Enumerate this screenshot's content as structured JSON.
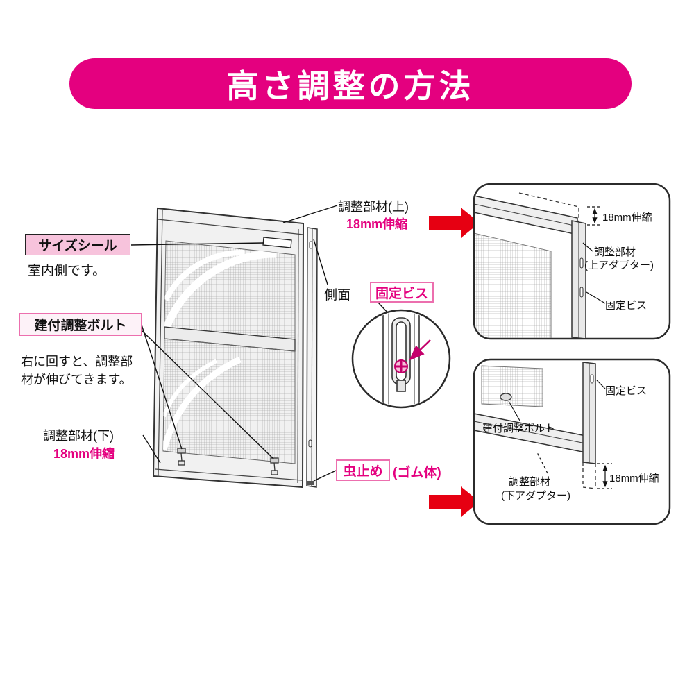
{
  "title": "高さ調整の方法",
  "colors": {
    "banner_magenta": "#E4007F",
    "arrow_red": "#E60012",
    "label_border_pink": "#EC6FAE",
    "label_fill_pink": "#F7C3DC",
    "accent_text_magenta": "#E4007F"
  },
  "main_labels": {
    "size_seal": "サイズシール",
    "size_seal_note": "室内側です。",
    "fit_bolt": "建付調整ボルト",
    "fit_bolt_note_line1": "右に回すと、調整部",
    "fit_bolt_note_line2": "材が伸びてきます。",
    "lower_member": "調整部材(下)",
    "lower_member_range": "18mm伸縮",
    "upper_member": "調整部材(上)",
    "upper_member_range": "18mm伸縮",
    "side_face": "側面",
    "fixing_screw": "固定ビス",
    "bug_stopper": "虫止め",
    "bug_stopper_note": "(ゴム体)"
  },
  "upper_panel": {
    "range": "18mm伸縮",
    "member_line1": "調整部材",
    "member_line2": "(上アダプター)",
    "fixing_screw": "固定ビス"
  },
  "lower_panel": {
    "fixing_screw": "固定ビス",
    "fit_bolt": "建付調整ボルト",
    "member_line1": "調整部材",
    "member_line2": "(下アダプター)",
    "range": "18mm伸縮"
  }
}
